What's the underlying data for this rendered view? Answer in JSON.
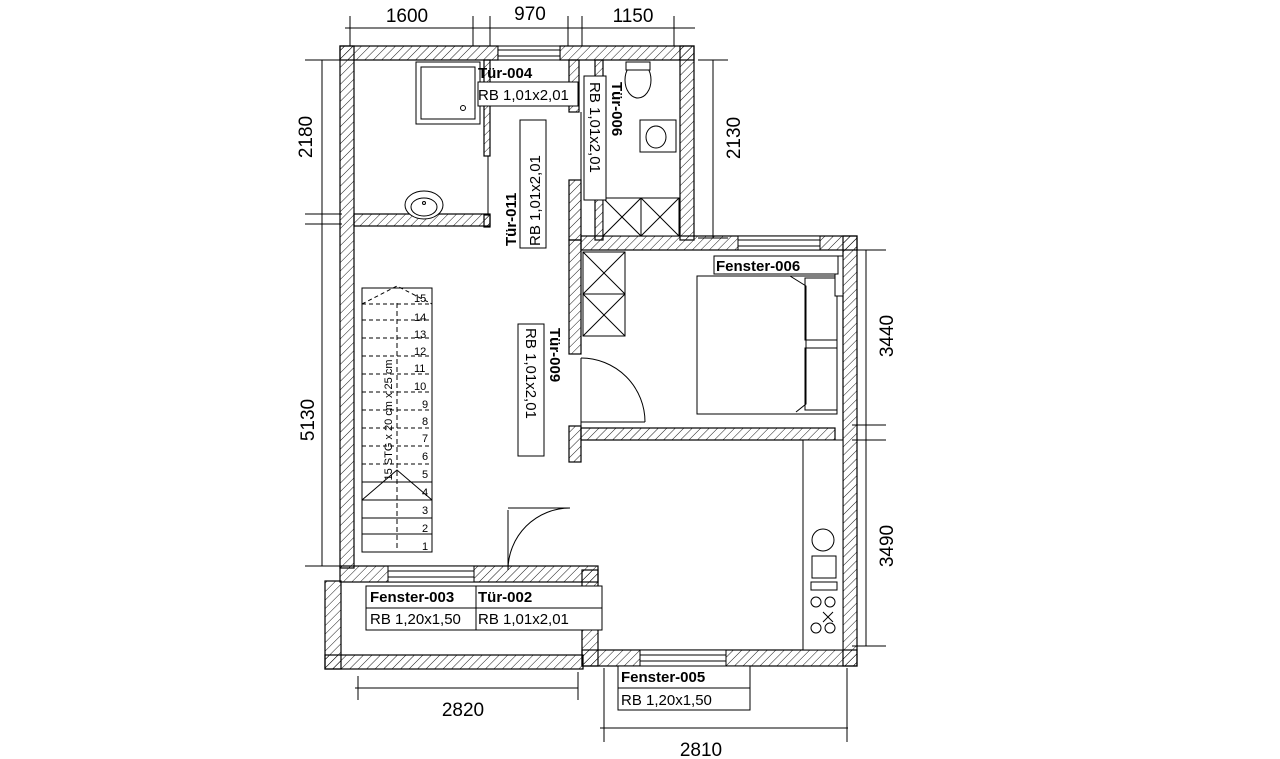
{
  "dimensions": {
    "top": [
      "1600",
      "970",
      "1150"
    ],
    "left": [
      "2180",
      "5130"
    ],
    "right": [
      "2130",
      "3440",
      "3490"
    ],
    "bottom": [
      "2820",
      "2810"
    ]
  },
  "doors": {
    "d004": {
      "name": "Tür-004",
      "spec": "RB  1,01x2,01"
    },
    "d006": {
      "name": "Tür-006",
      "spec": "RB  1,01x2,01"
    },
    "d011": {
      "name": "Tür-011",
      "spec": "RB  1,01x2,01"
    },
    "d009": {
      "name": "Tür-009",
      "spec": "RB  1,01x2,01"
    },
    "d002": {
      "name": "Tür-002",
      "spec": "RB  1,01x2,01"
    }
  },
  "windows": {
    "w003": {
      "name": "Fenster-003",
      "spec": "RB  1,20x1,50"
    },
    "w005": {
      "name": "Fenster-005",
      "spec": "RB  1,20x1,50"
    },
    "w006": {
      "name": "Fenster-006"
    }
  },
  "stairs": {
    "steps": [
      "1",
      "2",
      "3",
      "4",
      "5",
      "6",
      "7",
      "8",
      "9",
      "10",
      "11",
      "12",
      "13",
      "14",
      "15"
    ],
    "note": "15 STG x 20 cm x 25 cm"
  }
}
